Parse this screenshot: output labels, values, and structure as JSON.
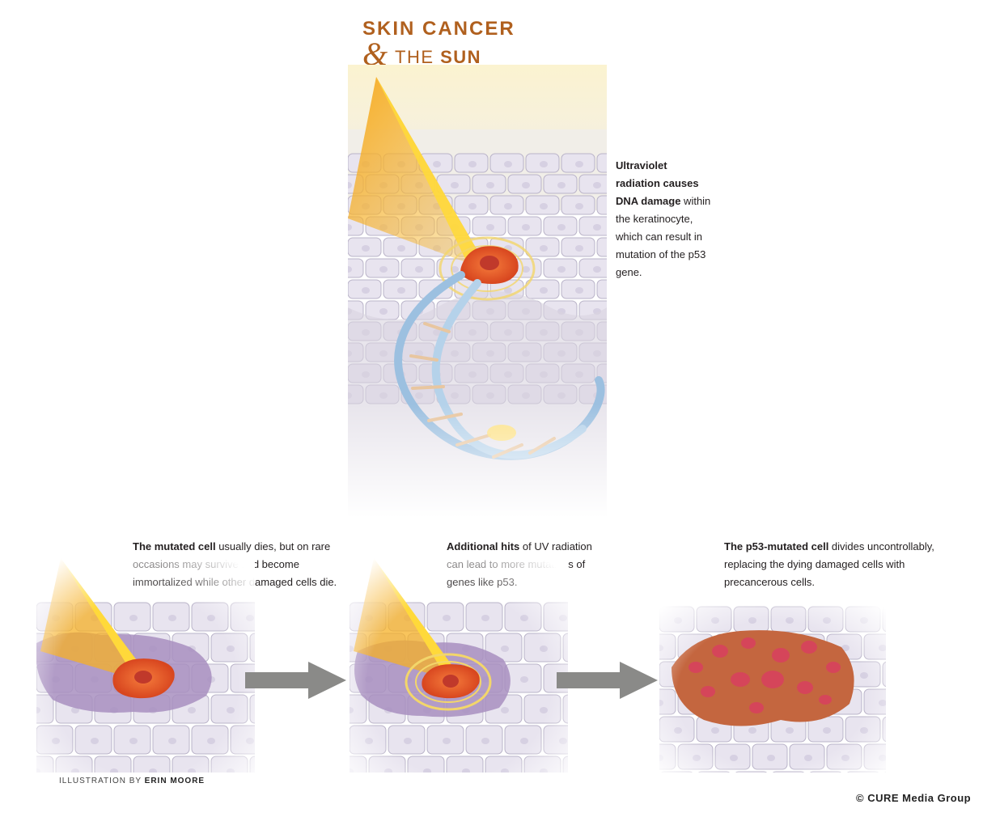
{
  "title": {
    "line1": "SKIN CANCER",
    "amp": "&",
    "line2_a": "THE ",
    "line2_b": "SUN"
  },
  "captions": {
    "main": {
      "bold": "Ultraviolet radiation causes DNA damage",
      "rest": " within the keratinocyte, which can result in mutation of the p53 gene."
    },
    "step1": {
      "bold": "The mutated cell",
      "rest": " usually dies, but on rare occasions may survive and become immortalized while other damaged cells die."
    },
    "step2": {
      "bold": "Additional hits",
      "rest": " of UV radiation can lead to more mutations of genes like p53."
    },
    "step3": {
      "bold": "The p53-mutated cell",
      "rest": " divides uncontrollably, replacing the dying damaged cells with precancerous cells."
    }
  },
  "credit": {
    "prefix": "ILLUSTRATION BY ",
    "artist": "ERIN MOORE"
  },
  "copyright": "© CURE Media Group",
  "colors": {
    "title": "#b0601e",
    "uv_beam": "#f5b324",
    "cell": "#e6e2ef",
    "cell_purple": "#a88fbf",
    "mutated_cell": "#e8562a",
    "dna": "#9cc0e0",
    "arrow": "#8a8a88",
    "cancer_cell": "#c4663f"
  },
  "icons": [
    "uv-beam-icon",
    "dna-helix-icon",
    "arrow-right-icon"
  ]
}
